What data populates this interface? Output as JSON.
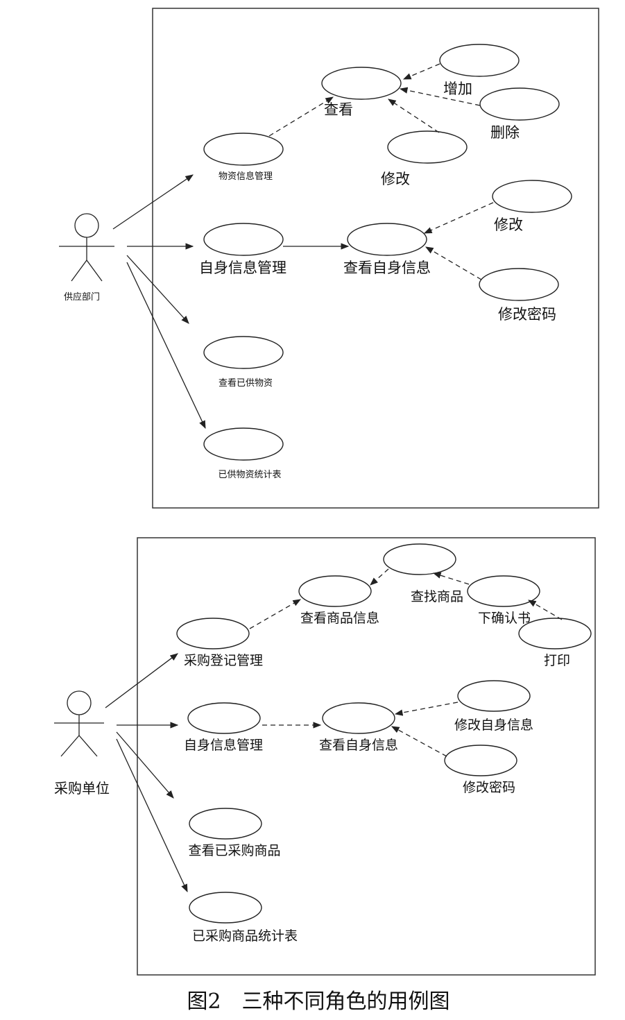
{
  "diagram1": {
    "actor": "供应部门",
    "use_cases": {
      "material_mgmt": "物资信息管理",
      "view": "查看",
      "add": "增加",
      "delete": "删除",
      "modify": "修改",
      "self_info_mgmt": "自身信息管理",
      "view_self_info": "查看自身信息",
      "modify_self": "修改",
      "change_password": "修改密码",
      "view_supplied": "查看已供物资",
      "supplied_stats": "已供物资统计表"
    }
  },
  "diagram2": {
    "actor": "采购单位",
    "use_cases": {
      "purchase_reg_mgmt": "采购登记管理",
      "view_goods_info": "查看商品信息",
      "find_goods": "查找商品",
      "confirm_order": "下确认书",
      "print": "打印",
      "self_info_mgmt": "自身信息管理",
      "view_self_info": "查看自身信息",
      "modify_self_info": "修改自身信息",
      "change_password": "修改密码",
      "view_purchased": "查看已采购商品",
      "purchased_stats": "已采购商品统计表"
    }
  },
  "caption": "图2　三种不同角色的用例图"
}
